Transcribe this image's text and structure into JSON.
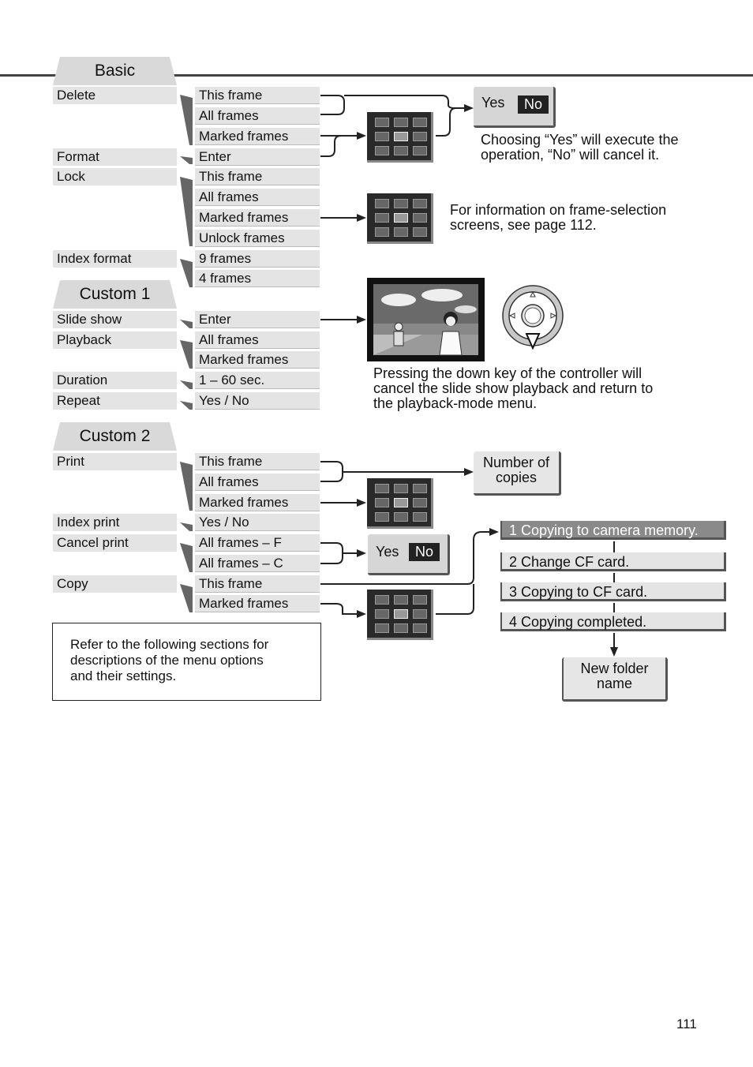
{
  "sections": {
    "basic": "Basic",
    "custom1": "Custom 1",
    "custom2": "Custom 2"
  },
  "basic_items": {
    "delete": "Delete",
    "format": "Format",
    "lock": "Lock",
    "index_format": "Index format"
  },
  "basic_options": {
    "delete_this": "This frame",
    "delete_all": "All frames",
    "delete_marked": "Marked frames",
    "format_enter": "Enter",
    "lock_this": "This frame",
    "lock_all": "All frames",
    "lock_marked": "Marked frames",
    "lock_unlock": "Unlock frames",
    "index_9": "9 frames",
    "index_4": "4 frames"
  },
  "custom1_items": {
    "slide_show": "Slide show",
    "playback": "Playback",
    "duration": "Duration",
    "repeat": "Repeat"
  },
  "custom1_options": {
    "slide_enter": "Enter",
    "playback_all": "All frames",
    "playback_marked": "Marked frames",
    "duration_range": "1 – 60 sec.",
    "repeat_yesno": "Yes / No"
  },
  "custom2_items": {
    "print": "Print",
    "index_print": "Index print",
    "cancel_print": "Cancel print",
    "copy": "Copy"
  },
  "custom2_options": {
    "print_this": "This frame",
    "print_all": "All frames",
    "print_marked": "Marked frames",
    "index_yesno": "Yes / No",
    "cancel_f": "All frames – F",
    "cancel_c": "All frames – C",
    "copy_this": "This frame",
    "copy_marked": "Marked frames"
  },
  "dialogs": {
    "yes": "Yes",
    "no": "No",
    "yes2": "Yes",
    "no2": "No",
    "copies_line1": "Number of",
    "copies_line2": "copies",
    "folder_line1": "New folder",
    "folder_line2": "name"
  },
  "notes": {
    "yesno_line1": "Choosing “Yes” will execute the",
    "yesno_line2": "operation, “No” will cancel it.",
    "frame_line1": "For information on frame-selection",
    "frame_line2": "screens, see page 112.",
    "slide_line1": "Pressing the down key of the controller will",
    "slide_line2": "cancel the slide show playback and return to",
    "slide_line3": "the playback-mode menu.",
    "refer_line1": "Refer to the following sections for",
    "refer_line2": "descriptions of the menu options",
    "refer_line3": "and their settings."
  },
  "copy_steps": {
    "s1": "1 Copying to camera memory.",
    "s2": "2 Change CF card.",
    "s3": "3 Copying to CF card.",
    "s4": "4 Copying completed."
  },
  "page_number": "111"
}
